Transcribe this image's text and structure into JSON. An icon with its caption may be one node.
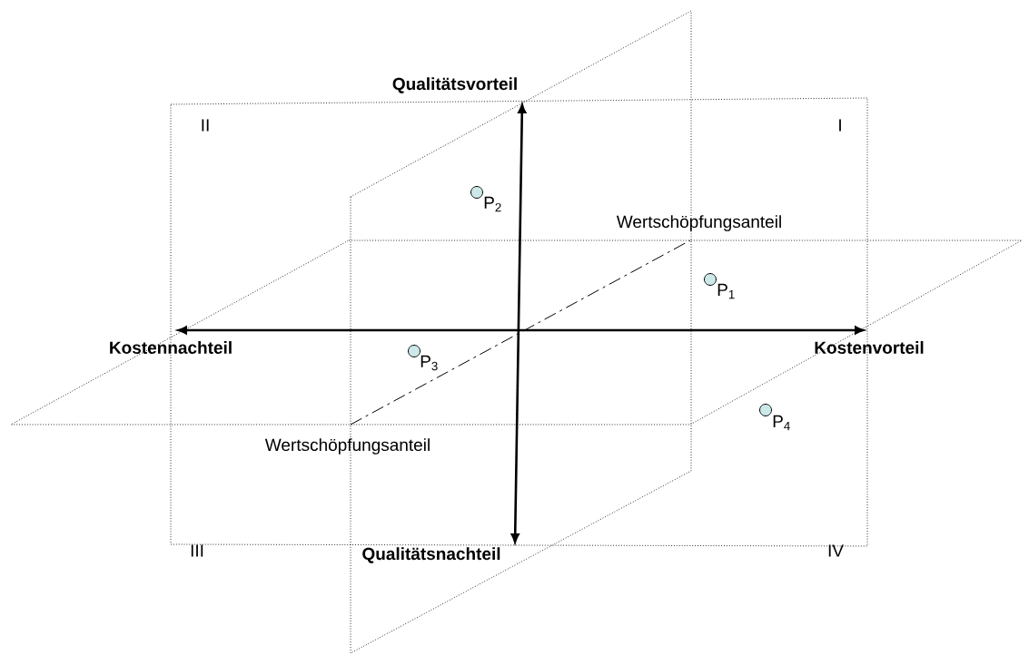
{
  "diagram": {
    "labels": [
      "Qualitätsvorteil",
      "II",
      "I",
      "P$_{2}$",
      "Wertschöpfungsanteil",
      "P$_{1}$",
      "Kostennachteil",
      "Kostenvorteil",
      "P$_{3}$",
      "P$_{4}$",
      "Wertschöpfungsanteil",
      "III",
      "Qualitätsnachteil",
      "IV"
    ]
  }
}
